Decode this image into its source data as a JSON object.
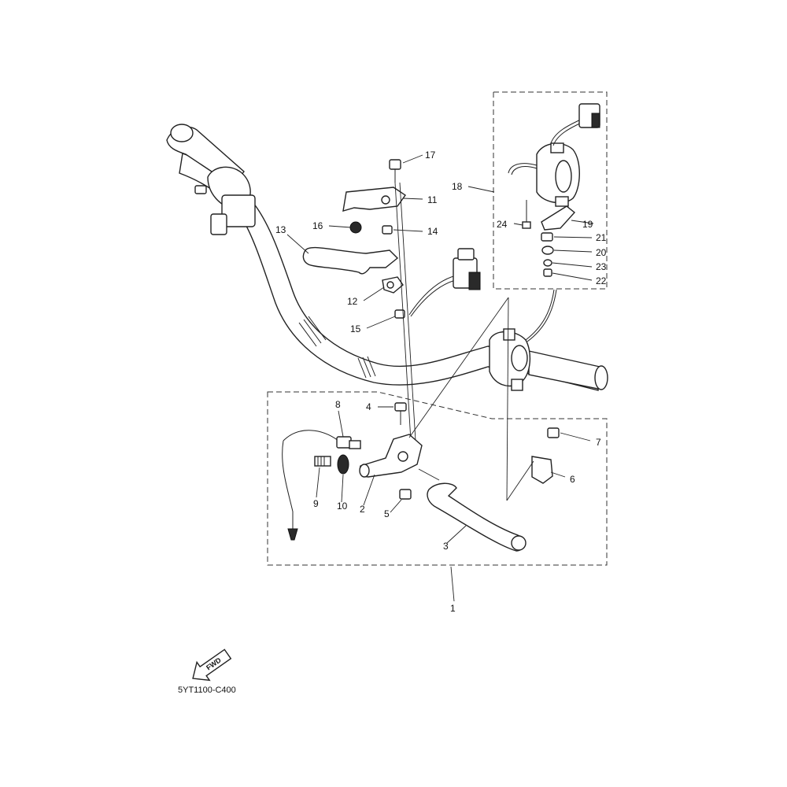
{
  "diagram_code": "5YT1100-C400",
  "fwd_label": "FWD",
  "callouts": {
    "c1": "1",
    "c2": "2",
    "c3": "3",
    "c4": "4",
    "c5": "5",
    "c6": "6",
    "c7": "7",
    "c8": "8",
    "c9": "9",
    "c10": "10",
    "c11": "11",
    "c12": "12",
    "c13": "13",
    "c14": "14",
    "c15": "15",
    "c16": "16",
    "c17": "17",
    "c18": "18",
    "c19": "19",
    "c20": "20",
    "c21": "21",
    "c22": "22",
    "c23": "23",
    "c24": "24"
  }
}
